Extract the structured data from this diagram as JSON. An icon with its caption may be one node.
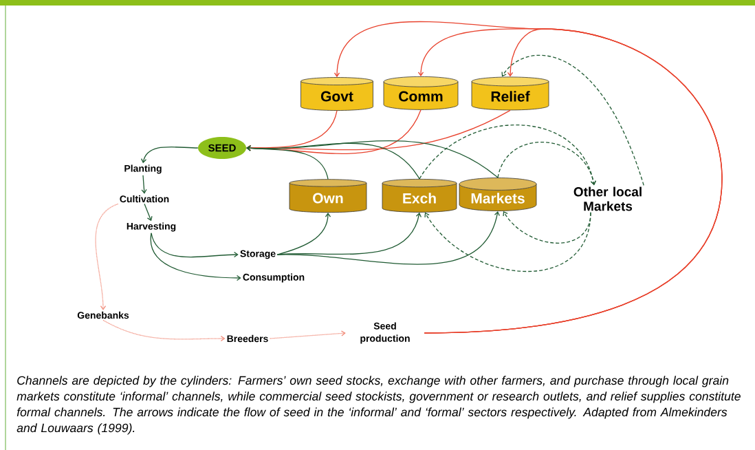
{
  "diagram": {
    "caption": "Channels are depicted by the cylinders: Farmers’ own seed stocks, exchange with other farmers, and purchase through local grain markets constitute ‘informal’ channels, while commercial seed stockists, government or research outlets, and relief supplies constitute formal channels. The arrows indicate the flow of seed in the ‘informal’ and ‘formal’ sectors respectively. Adapted from Almekinders and Louwaars (1999).",
    "nodes": [
      {
        "text": [
          "Govt"
        ]
      },
      {
        "text": [
          "Comm"
        ]
      },
      {
        "text": [
          "Relief"
        ]
      },
      {
        "text": [
          "SEED"
        ]
      },
      {
        "text": [
          "Planting"
        ]
      },
      {
        "text": [
          "Cultivation"
        ]
      },
      {
        "text": [
          "Harvesting"
        ]
      },
      {
        "text": [
          "Own"
        ]
      },
      {
        "text": [
          "Exch"
        ]
      },
      {
        "text": [
          "Markets"
        ]
      },
      {
        "text": [
          "Other local Markets"
        ]
      },
      {
        "text": [
          "Storage"
        ]
      },
      {
        "text": [
          "Consumption"
        ]
      },
      {
        "text": [
          "Genebanks"
        ]
      },
      {
        "text": [
          "Breeders"
        ]
      },
      {
        "text": [
          "Seed production"
        ]
      }
    ],
    "edges": [
      {
        "from": 15,
        "to": 0,
        "arrow": "to",
        "color": "#e8432e"
      },
      {
        "from": 15,
        "to": 1,
        "arrow": "to",
        "color": "#e8432e"
      },
      {
        "from": 15,
        "to": 2,
        "arrow": "to",
        "color": "#e8432e"
      },
      {
        "from": 0,
        "to": 3,
        "arrow": "to",
        "color": "#e8432e"
      },
      {
        "from": 1,
        "to": 3,
        "arrow": "to",
        "color": "#e8432e"
      },
      {
        "from": 2,
        "to": 3,
        "arrow": "to",
        "color": "#e8432e"
      },
      {
        "from": 3,
        "to": 4,
        "arrow": "to"
      },
      {
        "from": 4,
        "to": 5,
        "arrow": "to"
      },
      {
        "from": 5,
        "to": 6,
        "arrow": "to"
      },
      {
        "from": 6,
        "to": 11,
        "arrow": "to"
      },
      {
        "from": 6,
        "to": 12,
        "arrow": "to"
      },
      {
        "from": 11,
        "to": 7,
        "arrow": "to"
      },
      {
        "from": 11,
        "to": 8,
        "arrow": "to"
      },
      {
        "from": 11,
        "to": 9,
        "arrow": "to"
      },
      {
        "from": 7,
        "to": 3,
        "arrow": "to"
      },
      {
        "from": 8,
        "to": 3,
        "arrow": "to"
      },
      {
        "from": 9,
        "to": 3,
        "arrow": "to"
      },
      {
        "from": 8,
        "to": 10,
        "arrow": "to",
        "style": "dashed"
      },
      {
        "from": 9,
        "to": 10,
        "arrow": "to",
        "style": "dashed"
      },
      {
        "from": 10,
        "to": 8,
        "arrow": "to",
        "style": "dashed"
      },
      {
        "from": 10,
        "to": 9,
        "arrow": "to",
        "style": "dashed"
      },
      {
        "from": 10,
        "to": 2,
        "arrow": "to",
        "style": "dashed"
      },
      {
        "from": 5,
        "to": 13,
        "arrow": "to",
        "style": "dashed",
        "color": "#f08a78"
      },
      {
        "from": 13,
        "to": 14,
        "arrow": "to",
        "style": "dashed",
        "color": "#f08a78"
      },
      {
        "from": 14,
        "to": 15,
        "arrow": "to",
        "style": "dashed",
        "color": "#f08a78"
      }
    ]
  }
}
